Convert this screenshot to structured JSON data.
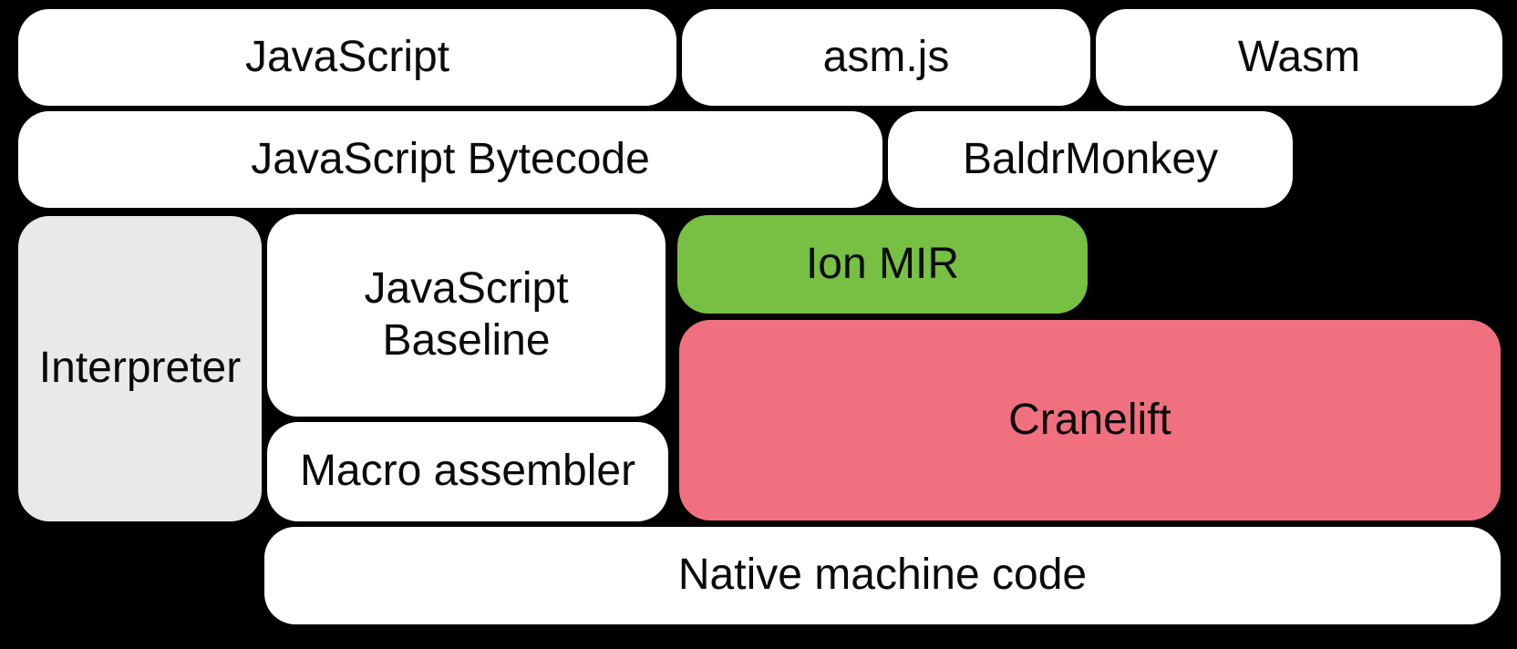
{
  "canvas": {
    "background": "#000000",
    "text_color": "#0a0a0a"
  },
  "colors": {
    "white": "#ffffff",
    "gray": "#e9e9e9",
    "green": "#77c043",
    "pink": "#f1707f"
  },
  "boxes": {
    "javascript": {
      "label": "JavaScript",
      "fill": "#ffffff"
    },
    "asmjs": {
      "label": "asm.js",
      "fill": "#ffffff"
    },
    "wasm": {
      "label": "Wasm",
      "fill": "#ffffff"
    },
    "javascript_bytecode": {
      "label": "JavaScript Bytecode",
      "fill": "#ffffff"
    },
    "baldrmonkey": {
      "label": "BaldrMonkey",
      "fill": "#ffffff"
    },
    "interpreter": {
      "label": "Interpreter",
      "fill": "#e9e9e9"
    },
    "javascript_baseline": {
      "label": "JavaScript Baseline",
      "fill": "#ffffff"
    },
    "ion_mir": {
      "label": "Ion MIR",
      "fill": "#77c043"
    },
    "cranelift": {
      "label": "Cranelift",
      "fill": "#f1707f"
    },
    "macro_assembler": {
      "label": "Macro assembler",
      "fill": "#ffffff"
    },
    "native_machine_code": {
      "label": "Native machine code",
      "fill": "#ffffff"
    }
  }
}
